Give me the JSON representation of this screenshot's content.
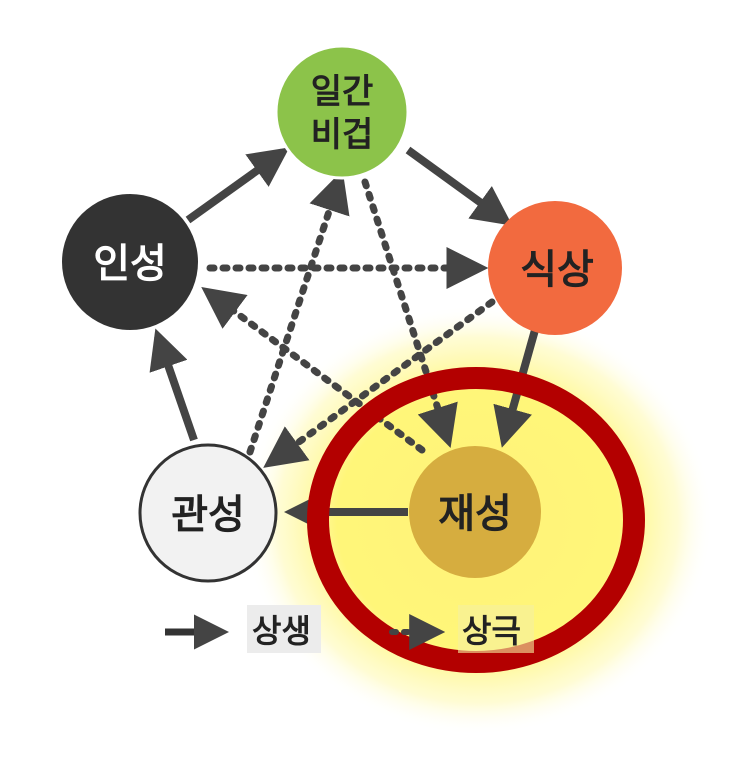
{
  "nodes": {
    "ilgan": {
      "line1": "일간",
      "line2": "비겁",
      "color": "#8cc34a"
    },
    "insung": {
      "label": "인성",
      "color": "#333333"
    },
    "siksang": {
      "label": "식상",
      "color": "#f26a3f"
    },
    "gwansung": {
      "label": "관성",
      "color": "#f2f2f2"
    },
    "jaesung": {
      "label": "재성",
      "color": "#d6ad3f"
    }
  },
  "legend": {
    "generate_label": "상생",
    "control_label": "상극"
  },
  "colors": {
    "arrow": "#444444",
    "highlight_ring": "#b30000",
    "glow": "#fff200"
  }
}
